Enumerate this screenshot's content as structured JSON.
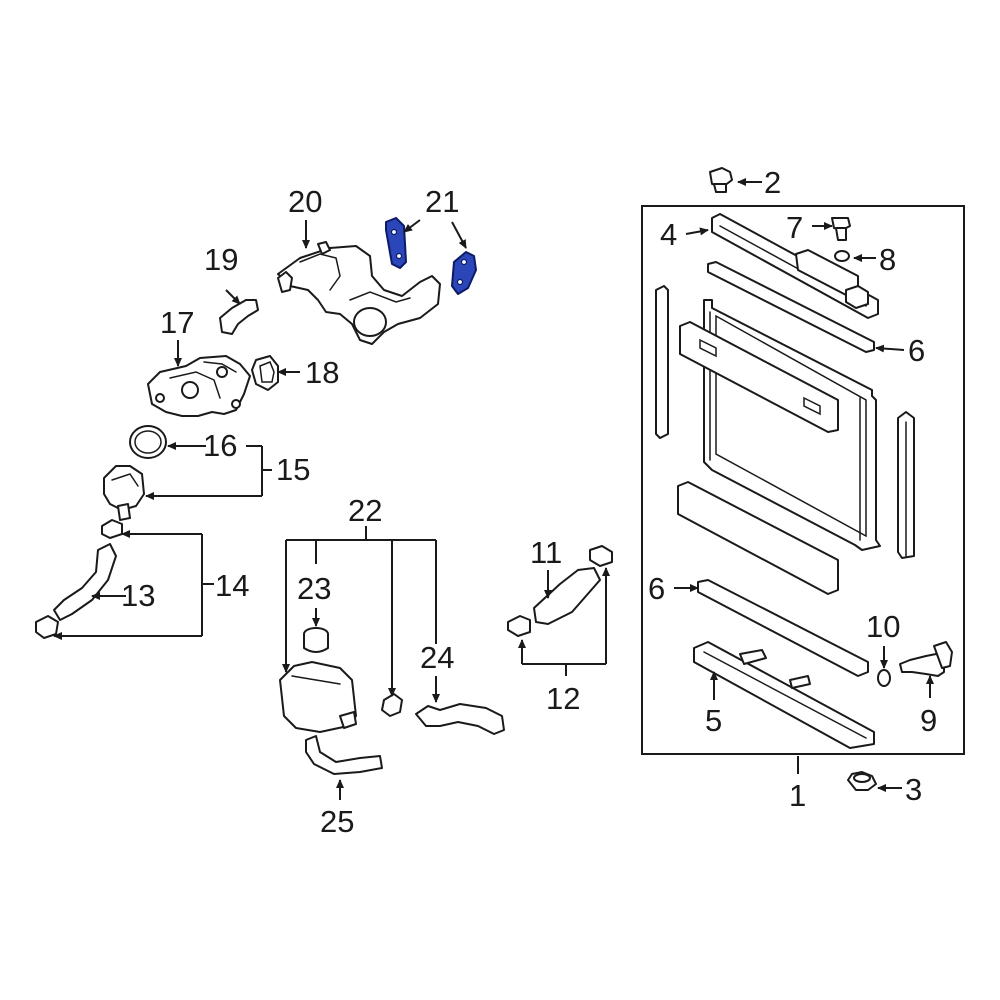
{
  "callouts": {
    "c1": "1",
    "c2": "2",
    "c3": "3",
    "c4": "4",
    "c5": "5",
    "c6a": "6",
    "c6b": "6",
    "c7": "7",
    "c8": "8",
    "c9": "9",
    "c10": "10",
    "c11": "11",
    "c12": "12",
    "c13": "13",
    "c14": "14",
    "c15": "15",
    "c16": "16",
    "c17": "17",
    "c18": "18",
    "c19": "19",
    "c20": "20",
    "c21": "21",
    "c22": "22",
    "c23": "23",
    "c24": "24",
    "c25": "25"
  },
  "colors": {
    "highlight": "#2a46b8",
    "line": "#1a1a1a",
    "background": "#ffffff"
  }
}
